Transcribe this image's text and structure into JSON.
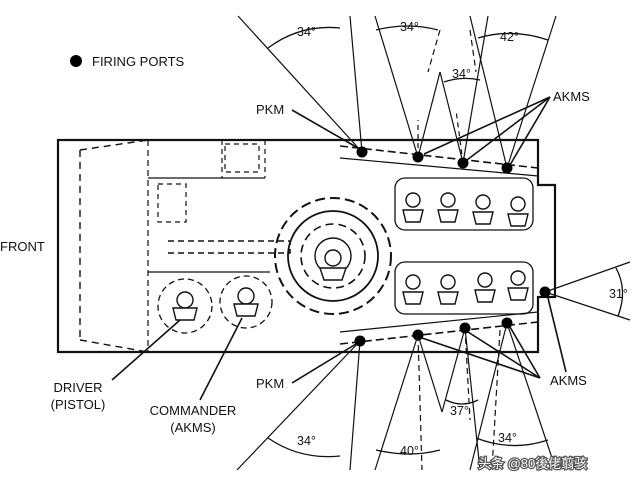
{
  "legend": {
    "label": "FIRING PORTS"
  },
  "labels": {
    "front": "FRONT",
    "pkm_top": "PKM",
    "pkm_bottom": "PKM",
    "akms_top": "AKMS",
    "akms_bottom": "AKMS",
    "driver": "DRIVER",
    "driver_weapon": "(PISTOL)",
    "commander": "COMMANDER",
    "commander_weapon": "(AKMS)"
  },
  "angles": {
    "top_left": "34°",
    "top_mid": "34°",
    "top_inner": "34°",
    "top_right": "42°",
    "right": "31°",
    "bottom_left": "34°",
    "bottom_mid": "40°",
    "bottom_inner": "37°",
    "bottom_right": "34°"
  },
  "watermark": "头条 @80後佬翦骇"
}
